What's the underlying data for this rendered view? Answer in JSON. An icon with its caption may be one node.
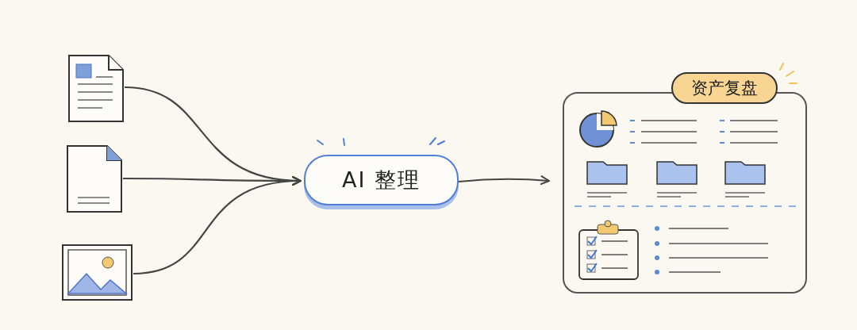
{
  "diagram": {
    "nodes": [
      {
        "text": [],
        "shape": "box"
      },
      {
        "text": [],
        "shape": "box"
      },
      {
        "text": [],
        "shape": "picture"
      },
      {
        "text": [
          "AI 整理"
        ]
      },
      {
        "text": [
          "资产复盘"
        ]
      }
    ],
    "edges": [
      {
        "from": 0,
        "to": 3,
        "arrow": "to"
      },
      {
        "from": 1,
        "to": 3,
        "arrow": "to"
      },
      {
        "from": 2,
        "to": 3,
        "arrow": "to"
      },
      {
        "from": 3,
        "to": 4,
        "arrow": "to"
      }
    ]
  }
}
